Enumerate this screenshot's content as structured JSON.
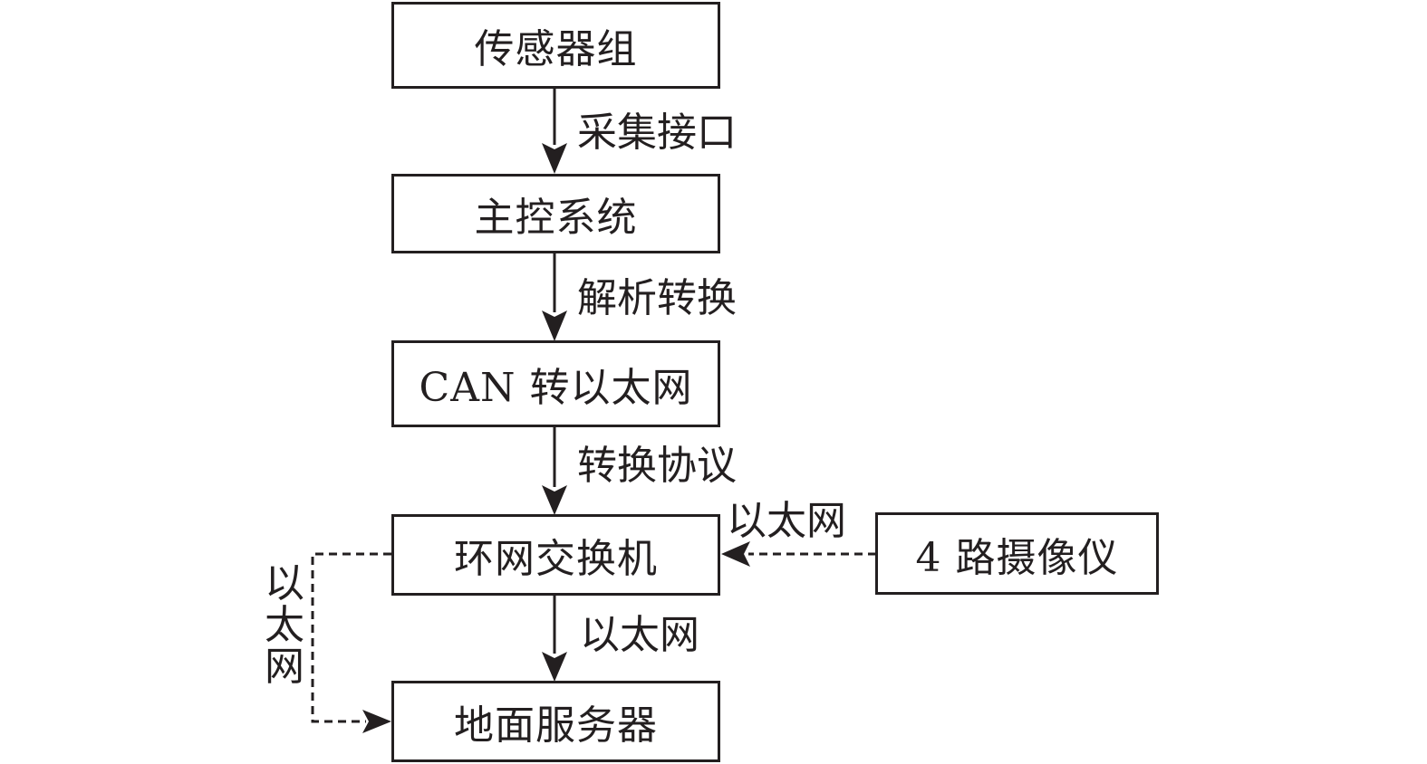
{
  "diagram": {
    "type": "flowchart",
    "nodes": [
      {
        "id": "sensors",
        "label": "传感器组"
      },
      {
        "id": "main_control",
        "label": "主控系统"
      },
      {
        "id": "can_eth",
        "label": "CAN 转以太网"
      },
      {
        "id": "ring_switch",
        "label": "环网交换机"
      },
      {
        "id": "ground_server",
        "label": "地面服务器"
      },
      {
        "id": "cameras",
        "label": "4 路摄像仪"
      }
    ],
    "edges": [
      {
        "from": "sensors",
        "to": "main_control",
        "label": "采集接口",
        "style": "solid"
      },
      {
        "from": "main_control",
        "to": "can_eth",
        "label": "解析转换",
        "style": "solid"
      },
      {
        "from": "can_eth",
        "to": "ring_switch",
        "label": "转换协议",
        "style": "solid"
      },
      {
        "from": "ring_switch",
        "to": "ground_server",
        "label": "以太网",
        "style": "solid"
      },
      {
        "from": "cameras",
        "to": "ring_switch",
        "label": "以太网",
        "style": "dashed"
      },
      {
        "from": "ring_switch",
        "to": "ground_server",
        "label": "以太网",
        "style": "dashed",
        "route": "left-loop"
      }
    ],
    "colors": {
      "line": "#231f20",
      "background": "#ffffff"
    }
  }
}
